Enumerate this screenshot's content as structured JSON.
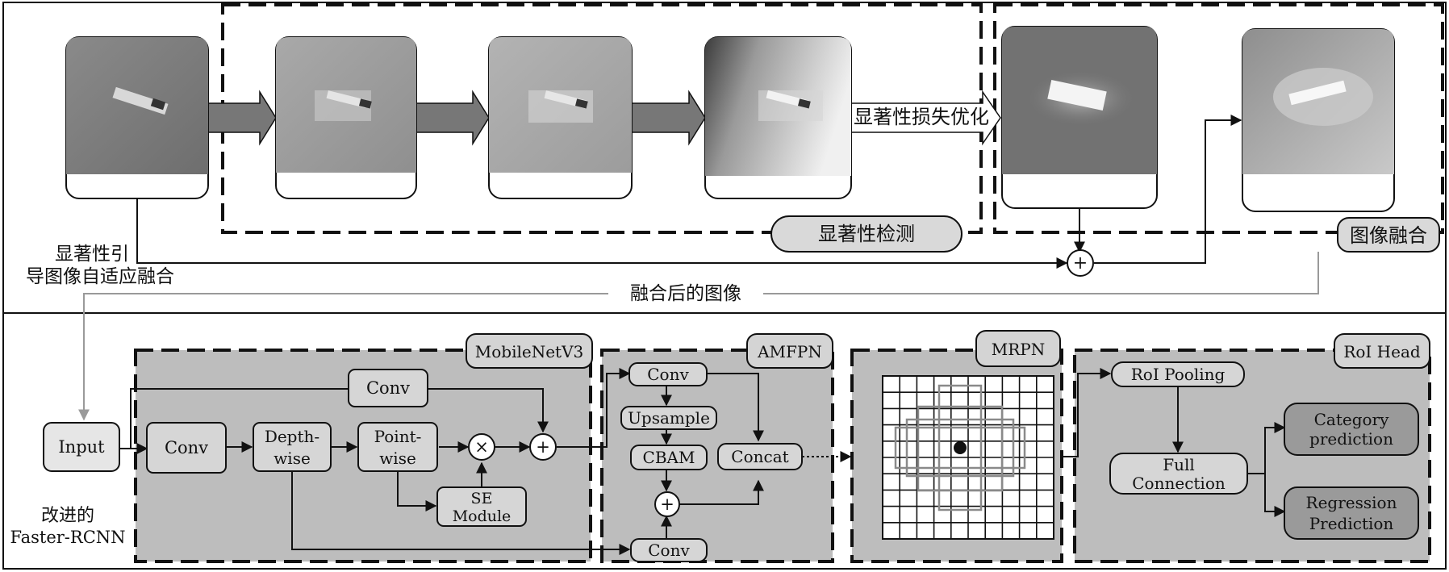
{
  "top": {
    "saliency_detection_label": "显著性检测",
    "image_fusion_label": "图像融合",
    "saliency_loss_label": "显著性损失优化",
    "adaptive_fusion_label_line1": "显著性引",
    "adaptive_fusion_label_line2": "导图像自适应融合",
    "fused_image_label": "融合后的图像"
  },
  "bottom": {
    "title_line1": "改进的",
    "title_line2": "Faster-RCNN",
    "input_label": "Input",
    "mobilenet": {
      "title": "MobileNetV3",
      "conv_top": "Conv",
      "conv_main": "Conv",
      "depthwise_line1": "Depth-",
      "depthwise_line2": "wise",
      "pointwise_line1": "Point-",
      "pointwise_line2": "wise",
      "se_line1": "SE",
      "se_line2": "Module",
      "multiply_symbol": "×",
      "add_symbol": "+"
    },
    "amfpn": {
      "title": "AMFPN",
      "conv_top": "Conv",
      "upsample": "Upsample",
      "cbam": "CBAM",
      "concat": "Concat",
      "add_symbol": "+",
      "conv_bottom": "Conv"
    },
    "mrpn": {
      "title": "MRPN"
    },
    "roi_head": {
      "title": "RoI Head",
      "roi_pooling": "RoI Pooling",
      "full_line1": "Full",
      "full_line2": "Connection",
      "category_line1": "Category",
      "category_line2": "prediction",
      "regression_line1": "Regression",
      "regression_line2": "Prediction"
    }
  },
  "colors": {
    "panel_fill": "#bdbdbd",
    "node_fill": "#dcdcdc",
    "dark_node_fill": "#9a9a9a",
    "stroke": "#111111",
    "gray_line": "#9a9a9a"
  }
}
